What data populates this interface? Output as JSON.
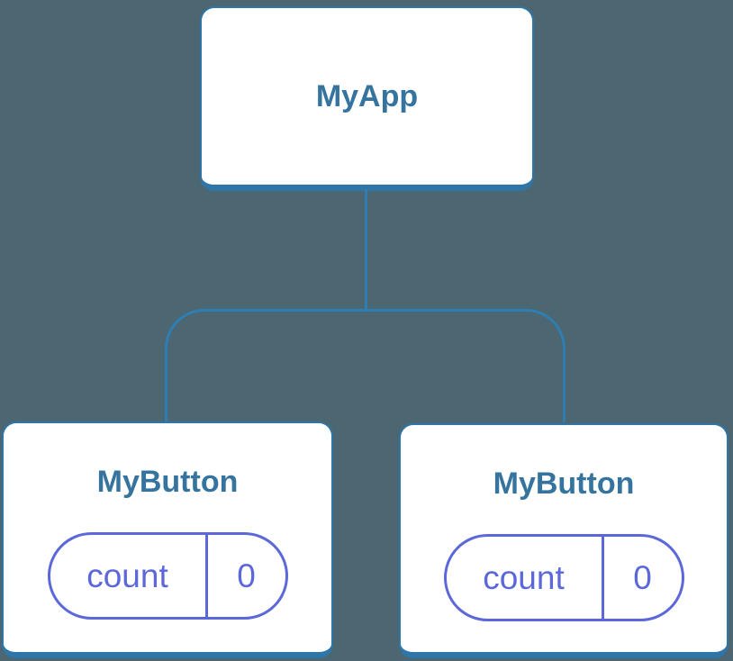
{
  "diagram": {
    "root": {
      "label": "MyApp"
    },
    "children": [
      {
        "label": "MyButton",
        "state": {
          "key": "count",
          "value": "0"
        }
      },
      {
        "label": "MyButton",
        "state": {
          "key": "count",
          "value": "0"
        }
      }
    ]
  },
  "colors": {
    "background": "#4c6771",
    "connector": "#2f7eb3",
    "card_border": "#2f76a8",
    "card_bg": "#ffffff",
    "card_text": "#35749e",
    "state_accent": "#5c68d9"
  }
}
